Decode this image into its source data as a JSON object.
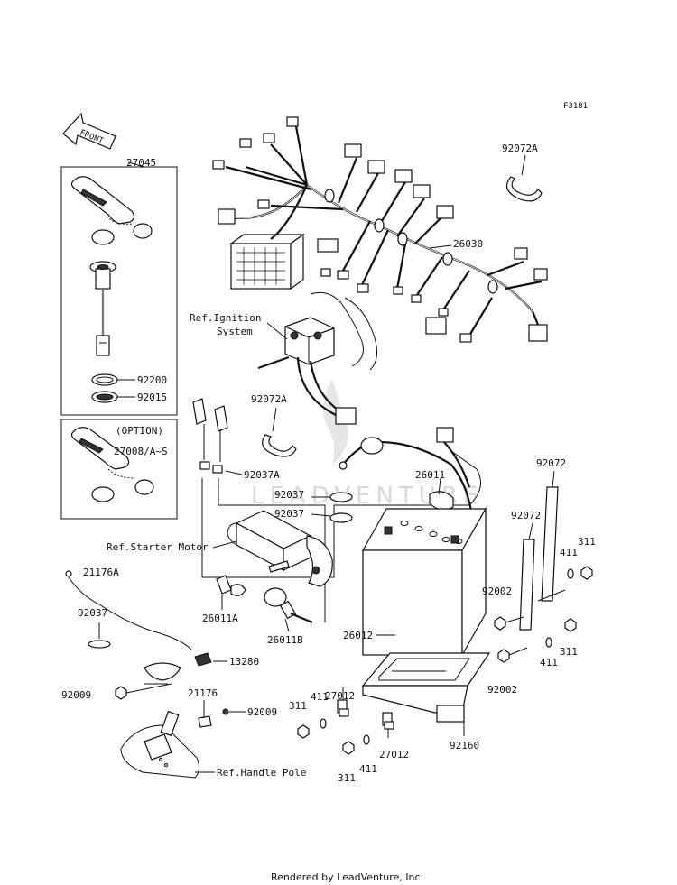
{
  "figure_code": "F3181",
  "direction_label": "FRONT",
  "watermark": "LEADVENTURE",
  "footer": "Rendered by LeadVenture, Inc.",
  "option_label": "(OPTION)",
  "references": {
    "ignition": "Ref.Ignition",
    "ignition_line2": "System",
    "starter_motor": "Ref.Starter Motor",
    "handle_pole": "Ref.Handle Pole"
  },
  "part_numbers": {
    "p27045": "27045",
    "p92200": "92200",
    "p92015": "92015",
    "p27008": "27008/A~S",
    "p92072A_top": "92072A",
    "p26030": "26030",
    "p92072A_mid": "92072A",
    "p92037A": "92037A",
    "p92037_a": "92037",
    "p92037_b": "92037",
    "p26011": "26011",
    "p92072_a": "92072",
    "p92072_b": "92072",
    "p411_a": "411",
    "p311_a": "311",
    "p92002_a": "92002",
    "p311_b": "311",
    "p411_b": "411",
    "p92002_b": "92002",
    "p21176A": "21176A",
    "p92037_c": "92037",
    "p26011A": "26011A",
    "p26011B": "26011B",
    "p26012": "26012",
    "p13280": "13280",
    "p92009_a": "92009",
    "p21176": "21176",
    "p92009_b": "92009",
    "p27012_a": "27012",
    "p311_c": "311",
    "p411_c": "411",
    "p92160": "92160",
    "p27012_b": "27012",
    "p311_d": "311",
    "p411_d": "411"
  }
}
